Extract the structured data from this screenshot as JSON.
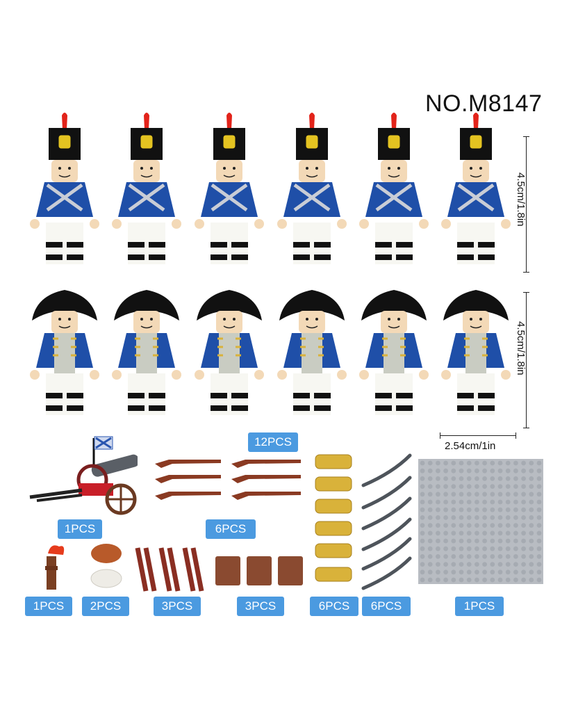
{
  "product": {
    "model_number": "NO.M8147"
  },
  "dimensions": {
    "figure_height_row1": "4.5cm/1.8in",
    "figure_height_row2": "4.5cm/1.8in",
    "figure_width": "2.54cm/1in"
  },
  "rows": [
    {
      "hat": "shako",
      "count": 6
    },
    {
      "hat": "bicorne",
      "count": 6
    }
  ],
  "quantities": {
    "minifigures": "12PCS",
    "cannon": "1PCS",
    "rifles": "6PCS",
    "torch": "1PCS",
    "hair_beard": "2PCS",
    "straps": "3PCS",
    "backpacks": "3PCS",
    "epaulettes": "6PCS",
    "swords": "6PCS",
    "baseplate": "1PCS"
  },
  "colors": {
    "badge": "#4b9ae0",
    "coat": "#1f4fa8",
    "plume": "#e2231a",
    "hat": "#111111",
    "gold": "#d9b23a",
    "baseplate": "#b8bcc2"
  }
}
